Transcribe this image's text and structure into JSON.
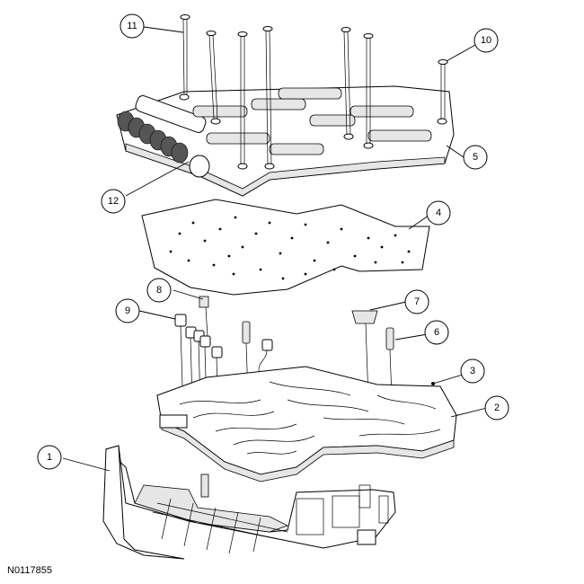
{
  "figure_id": "N0117855",
  "callouts": [
    "1",
    "2",
    "3",
    "4",
    "5",
    "6",
    "7",
    "8",
    "9",
    "10",
    "11",
    "12"
  ]
}
